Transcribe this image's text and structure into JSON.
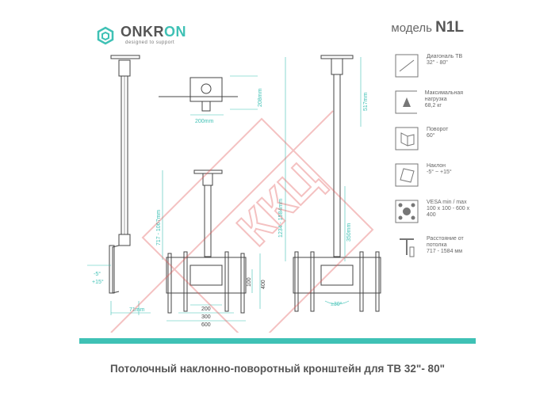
{
  "brand": {
    "name_prefix": "ONKR",
    "name_accent": "ON",
    "tagline": "designed to support"
  },
  "model": {
    "prefix": "модель",
    "code": "N1L"
  },
  "dimensions": {
    "left_tilt_min": "-5°",
    "left_tilt_max": "+15°",
    "left_offset": "71mm",
    "top_width": "200mm",
    "top_height": "208mm",
    "mid_height_range": "717 - 1067mm",
    "mid_w200": "200",
    "mid_w300": "300",
    "mid_w600": "600",
    "mid_h100": "100",
    "mid_h400": "400",
    "right_top": "517mm",
    "right_range": "1234 - 1584mm",
    "right_inner": "350mm",
    "right_swivel": "±30°"
  },
  "specs": [
    {
      "label": "Диагональ ТВ",
      "value": "32\" - 80\"",
      "icon": "tv-diagonal-icon"
    },
    {
      "label": "Максимальная нагрузка",
      "value": "68,2 кг",
      "icon": "weight-icon"
    },
    {
      "label": "Поворот",
      "value": "60°",
      "icon": "swivel-icon"
    },
    {
      "label": "Наклон",
      "value": "-5° ~ +15°",
      "icon": "tilt-icon"
    },
    {
      "label": "VESA min / max",
      "value": "100 x 100 - 600 x 400",
      "icon": "vesa-icon"
    },
    {
      "label": "Расстояние от потолка",
      "value": "717 - 1584 мм",
      "icon": "ceiling-distance-icon"
    }
  ],
  "watermark": "ККЦ",
  "caption": "Потолочный наклонно-поворотный кронштейн для ТВ 32\"- 80\"",
  "colors": {
    "accent": "#3fc1b5",
    "text": "#555555",
    "watermark": "#e05050"
  }
}
